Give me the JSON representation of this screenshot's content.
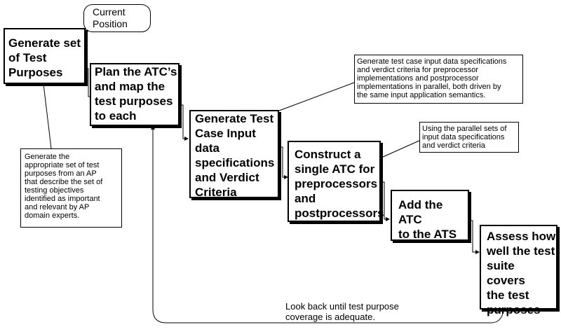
{
  "callout": "Current\nPosition",
  "steps": [
    "Generate set\nof Test\nPurposes",
    "Plan the ATC’s\nand map the\ntest purposes\nto each",
    "Generate Test\nCase Input\ndata\nspecifications\nand Verdict\nCriteria",
    "Construct a\nsingle ATC for\npreprocessors\nand\npostprocessors",
    "Add the ATC\nto the ATS",
    "Assess how\nwell the test\nsuite covers\nthe test\npurposes"
  ],
  "notes": {
    "purposes": "Generate the\nappropriate set of test\npurposes from an AP\nthat describe the set of\ntesting objectives\nidentified as important\nand relevant by AP\ndomain experts.",
    "specs": "Generate test case input data specifications\nand verdict criteria for preprocessor\nimplementations and postprocessor\nimplementations in parallel, both driven by\nthe same input application semantics.",
    "parallel": "Using the parallel sets of\ninput data specifications\nand verdict criteria"
  },
  "loop_label": "Look back until test purpose\ncoverage is adequate."
}
